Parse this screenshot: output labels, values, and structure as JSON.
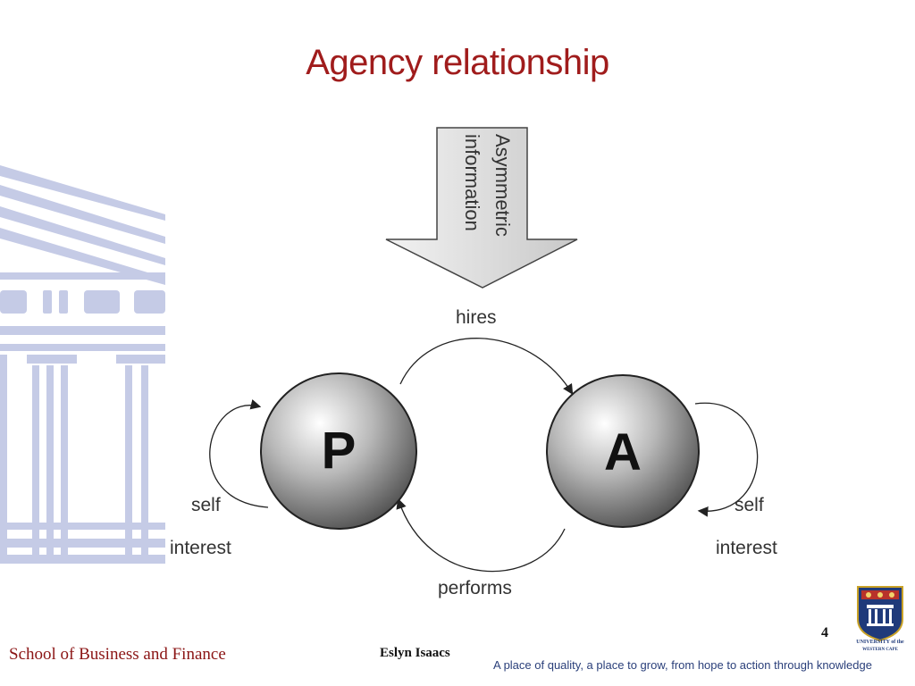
{
  "slide": {
    "title": "Agency relationship",
    "slide_number": "4"
  },
  "diagram": {
    "arrow_label": "Asymmetric information",
    "arrow_label_line1": "Asymmetric",
    "arrow_label_line2": "information",
    "principal": "P",
    "agent": "A",
    "hires": "hires",
    "performs": "performs",
    "principal_self_line1": "self",
    "principal_self_line2": "interest",
    "agent_self_line1": "self",
    "agent_self_line2": "interest"
  },
  "footer": {
    "school": "School of  Business and Finance",
    "author": "Eslyn Isaacs",
    "tagline": "A place of quality, a place to grow, from hope to action through knowledge",
    "logo_line1": "UNIVERSITY of the",
    "logo_line2": "WESTERN CAPE"
  },
  "colors": {
    "title": "#a01c1c",
    "watermark": "#c5cbe6",
    "tagline": "#2a3f7a"
  }
}
